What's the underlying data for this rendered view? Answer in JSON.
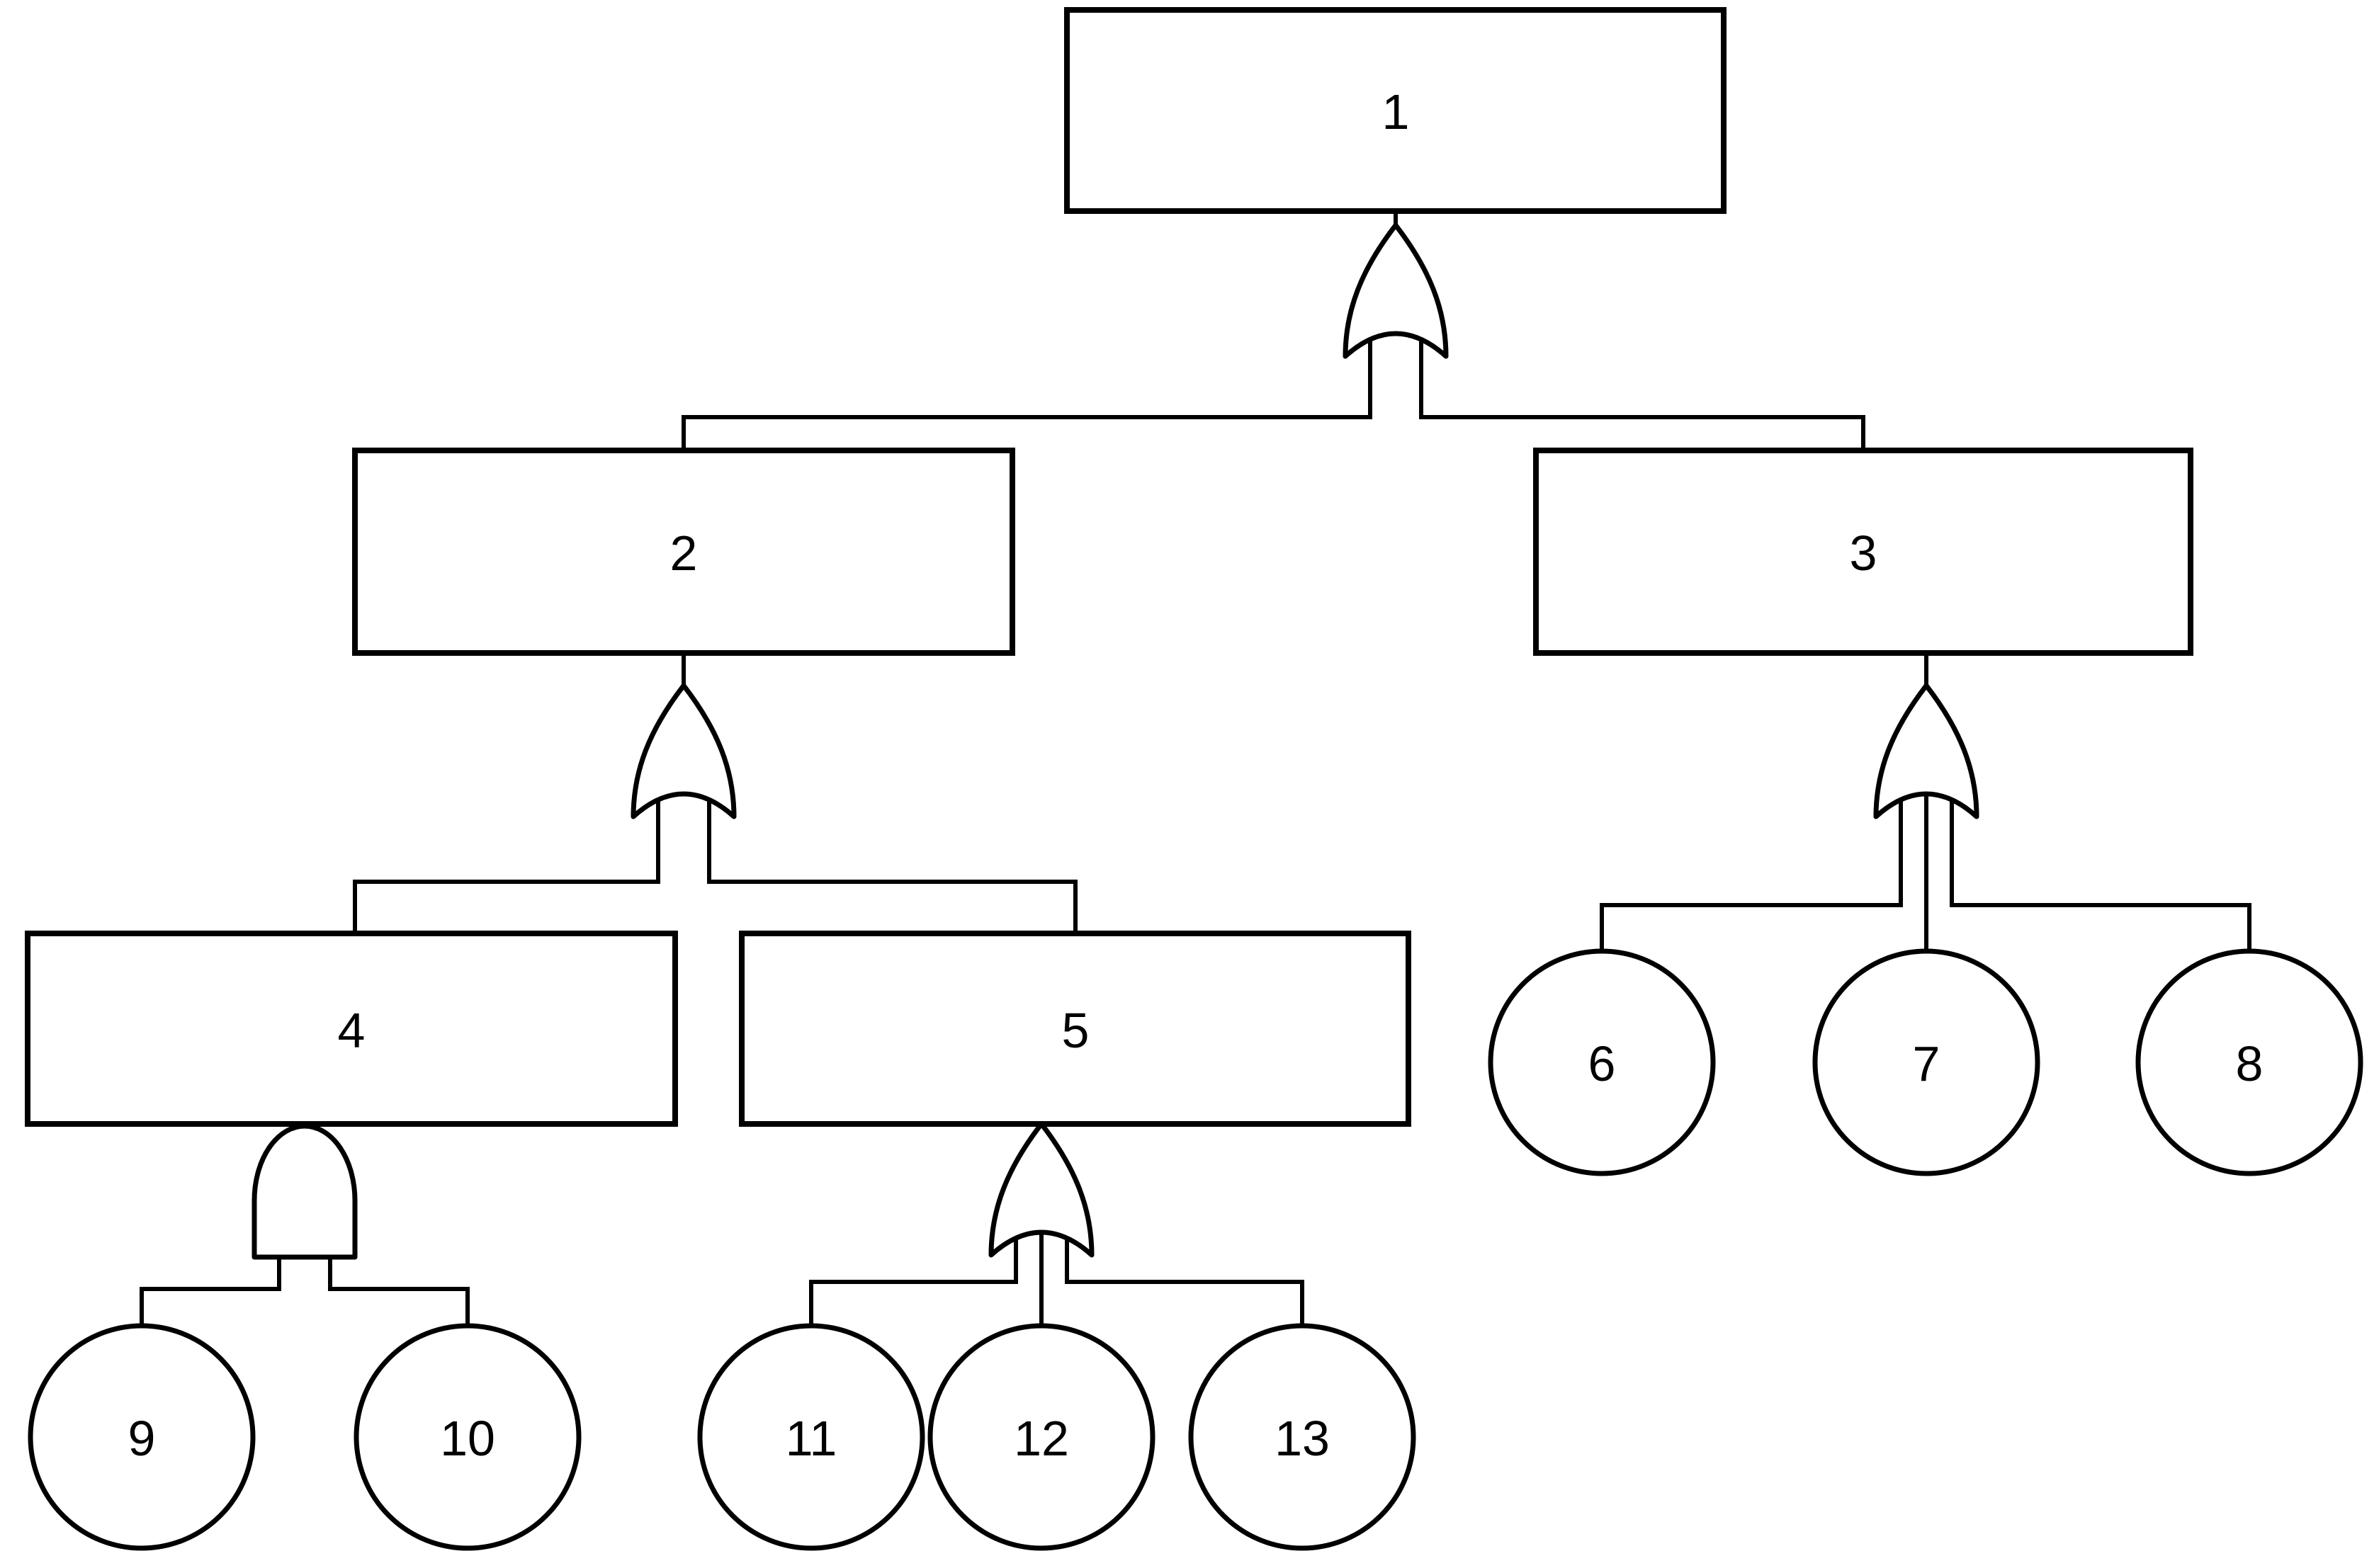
{
  "diagram": {
    "kind": "fault-tree",
    "background_color": "#ffffff",
    "stroke_color": "#000000",
    "nodes": [
      {
        "id": "1",
        "label": "1",
        "shape": "rectangle",
        "gate": "or",
        "children": [
          "2",
          "3"
        ]
      },
      {
        "id": "2",
        "label": "2",
        "shape": "rectangle",
        "gate": "or",
        "children": [
          "4",
          "5"
        ]
      },
      {
        "id": "3",
        "label": "3",
        "shape": "rectangle",
        "gate": "or",
        "children": [
          "6",
          "7",
          "8"
        ]
      },
      {
        "id": "4",
        "label": "4",
        "shape": "rectangle",
        "gate": "and",
        "children": [
          "9",
          "10"
        ]
      },
      {
        "id": "5",
        "label": "5",
        "shape": "rectangle",
        "gate": "or",
        "children": [
          "11",
          "12",
          "13"
        ]
      },
      {
        "id": "6",
        "label": "6",
        "shape": "circle"
      },
      {
        "id": "7",
        "label": "7",
        "shape": "circle"
      },
      {
        "id": "8",
        "label": "8",
        "shape": "circle"
      },
      {
        "id": "9",
        "label": "9",
        "shape": "circle"
      },
      {
        "id": "10",
        "label": "10",
        "shape": "circle"
      },
      {
        "id": "11",
        "label": "11",
        "shape": "circle"
      },
      {
        "id": "12",
        "label": "12",
        "shape": "circle"
      },
      {
        "id": "13",
        "label": "13",
        "shape": "circle"
      }
    ]
  }
}
